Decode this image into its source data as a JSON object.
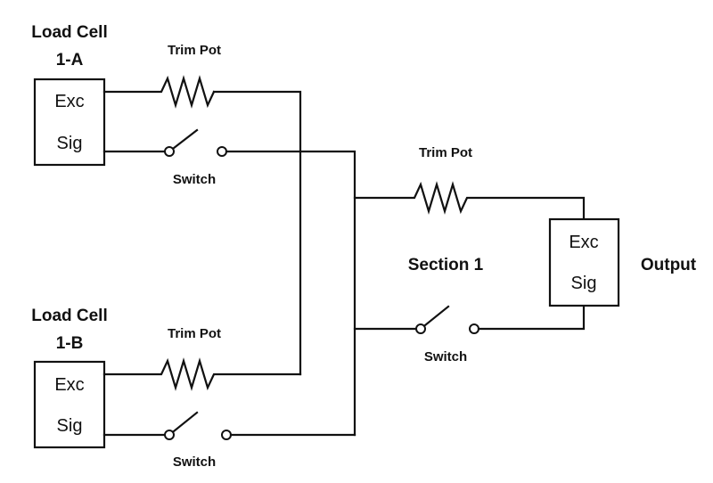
{
  "load_cell_a": {
    "title_line1": "Load Cell",
    "title_line2": "1-A",
    "exc_label": "Exc",
    "sig_label": "Sig"
  },
  "load_cell_b": {
    "title_line1": "Load Cell",
    "title_line2": "1-B",
    "exc_label": "Exc",
    "sig_label": "Sig"
  },
  "trim_pot_a": {
    "label": "Trim Pot"
  },
  "trim_pot_b": {
    "label": "Trim Pot"
  },
  "trim_pot_section": {
    "label": "Trim Pot"
  },
  "switch_a": {
    "label": "Switch"
  },
  "switch_b": {
    "label": "Switch"
  },
  "switch_section": {
    "label": "Switch"
  },
  "section": {
    "label": "Section 1"
  },
  "output": {
    "label": "Output",
    "exc_label": "Exc",
    "sig_label": "Sig"
  }
}
